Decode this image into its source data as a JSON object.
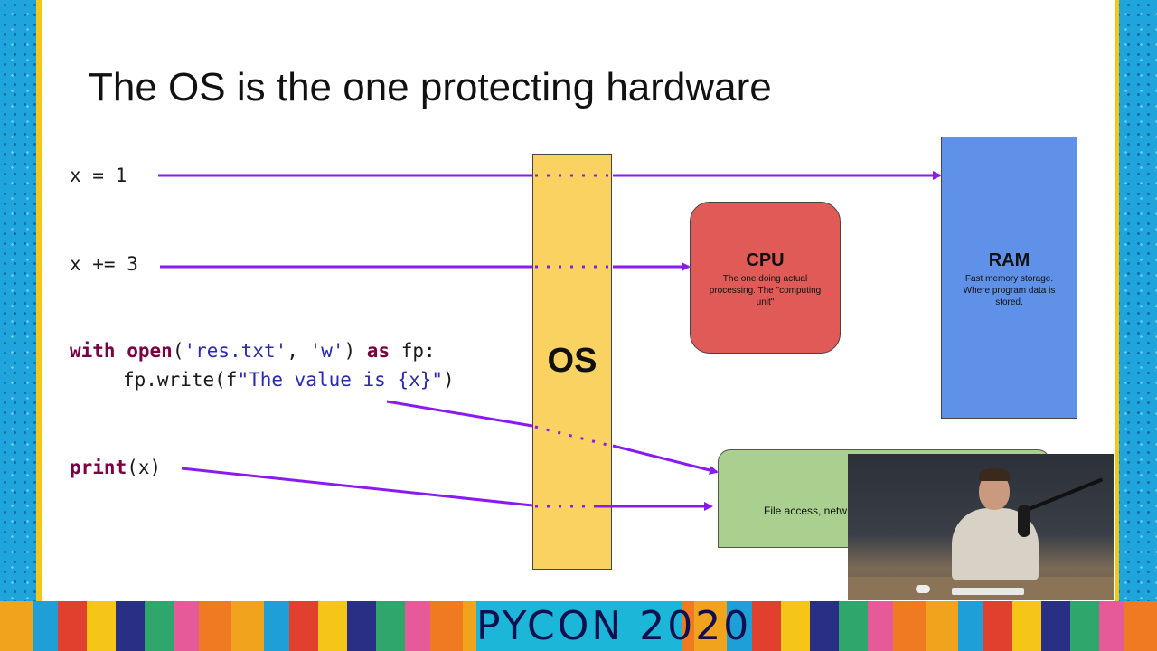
{
  "slide": {
    "title": "The OS is the one protecting hardware"
  },
  "code": {
    "line1": "x = 1",
    "line2": "x += 3",
    "line3_kw1": "with",
    "line3_fn": "open",
    "line3_p1": "(",
    "line3_s1": "'res.txt'",
    "line3_comma": ", ",
    "line3_s2": "'w'",
    "line3_p2": ") ",
    "line3_kw2": "as",
    "line3_rest": " fp:",
    "line4_pre": "fp.write(f",
    "line4_str": "\"The value is {x}\"",
    "line4_post": ")",
    "line5_kw": "print",
    "line5_rest": "(x)"
  },
  "os": {
    "label": "OS",
    "color": "#f9d262"
  },
  "cpu": {
    "title": "CPU",
    "description": "The one doing actual processing. The \"computing unit\"",
    "color": "#e05a57"
  },
  "ram": {
    "title": "RAM",
    "description": "Fast memory storage. Where program data is stored.",
    "color": "#5f91e8"
  },
  "devices": {
    "text": "File access, netw",
    "color": "#a9d08e"
  },
  "arrow_color": "#8a1bf0",
  "footer": {
    "brand": "PYCON 2020"
  },
  "webcam": {
    "subject": "presenter-video"
  }
}
